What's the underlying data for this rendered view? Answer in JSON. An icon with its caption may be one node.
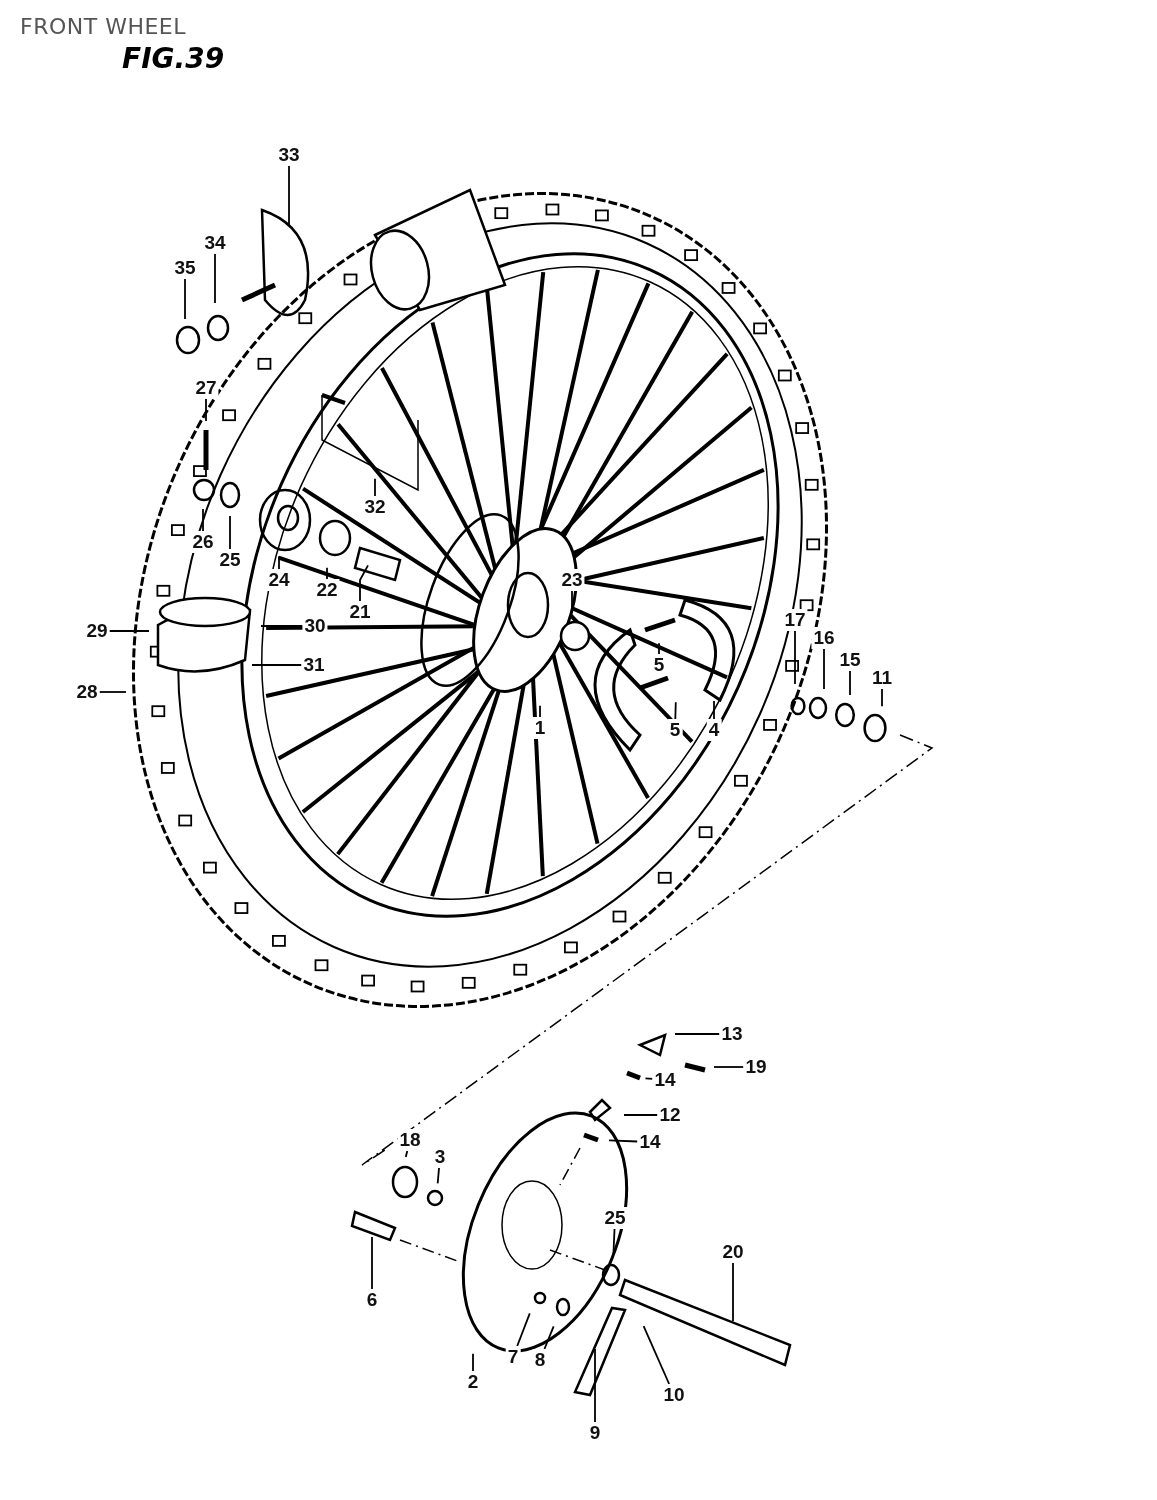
{
  "diagram": {
    "title": "FRONT WHEEL",
    "nodes": [
      {
        "text": [
          "33"
        ]
      },
      {
        "text": [
          "34"
        ]
      },
      {
        "text": [
          "35"
        ]
      },
      {
        "text": [
          "27"
        ]
      },
      {
        "text": [
          "32"
        ]
      },
      {
        "text": [
          "26"
        ]
      },
      {
        "text": [
          "25"
        ]
      },
      {
        "text": [
          "24"
        ]
      },
      {
        "text": [
          "22"
        ]
      },
      {
        "text": [
          "21"
        ]
      },
      {
        "text": [
          "23"
        ]
      },
      {
        "text": [
          "29"
        ]
      },
      {
        "text": [
          "30"
        ]
      },
      {
        "text": [
          "31"
        ]
      },
      {
        "text": [
          "28"
        ]
      },
      {
        "text": [
          "5"
        ]
      },
      {
        "text": [
          "5"
        ]
      },
      {
        "text": [
          "1"
        ]
      },
      {
        "text": [
          "4"
        ]
      },
      {
        "text": [
          "17"
        ]
      },
      {
        "text": [
          "16"
        ]
      },
      {
        "text": [
          "15"
        ]
      },
      {
        "text": [
          "11"
        ]
      },
      {
        "text": [
          "13"
        ]
      },
      {
        "text": [
          "19"
        ]
      },
      {
        "text": [
          "14"
        ]
      },
      {
        "text": [
          "12"
        ]
      },
      {
        "text": [
          "14"
        ]
      },
      {
        "text": [
          "18"
        ]
      },
      {
        "text": [
          "3"
        ]
      },
      {
        "text": [
          "6"
        ]
      },
      {
        "text": [
          "2"
        ]
      },
      {
        "text": [
          "25"
        ]
      },
      {
        "text": [
          "20"
        ]
      },
      {
        "text": [
          "7"
        ]
      },
      {
        "text": [
          "8"
        ]
      },
      {
        "text": [
          "10"
        ]
      },
      {
        "text": [
          "9"
        ]
      }
    ],
    "edges": [
      {
        "from": 0,
        "to": null,
        "arrow": "none"
      },
      {
        "from": 1,
        "to": null,
        "arrow": "none"
      },
      {
        "from": 2,
        "to": null,
        "arrow": "none"
      },
      {
        "from": 3,
        "to": null,
        "arrow": "none"
      },
      {
        "from": 4,
        "to": null,
        "arrow": "none"
      },
      {
        "from": 5,
        "to": null,
        "arrow": "none"
      },
      {
        "from": 6,
        "to": null,
        "arrow": "none"
      },
      {
        "from": 7,
        "to": null,
        "arrow": "none"
      },
      {
        "from": 8,
        "to": null,
        "arrow": "none"
      },
      {
        "from": 9,
        "to": null,
        "arrow": "none"
      },
      {
        "from": 10,
        "to": null,
        "arrow": "none"
      },
      {
        "from": 11,
        "to": null,
        "arrow": "none"
      },
      {
        "from": 12,
        "to": null,
        "arrow": "none"
      },
      {
        "from": 13,
        "to": null,
        "arrow": "none"
      },
      {
        "from": 14,
        "to": null,
        "arrow": "none"
      },
      {
        "from": 15,
        "to": null,
        "arrow": "none"
      },
      {
        "from": 16,
        "to": null,
        "arrow": "none"
      },
      {
        "from": 17,
        "to": null,
        "arrow": "none"
      },
      {
        "from": 18,
        "to": null,
        "arrow": "none"
      },
      {
        "from": 19,
        "to": null,
        "arrow": "none"
      },
      {
        "from": 20,
        "to": null,
        "arrow": "none"
      },
      {
        "from": 21,
        "to": null,
        "arrow": "none"
      },
      {
        "from": 22,
        "to": null,
        "arrow": "none"
      },
      {
        "from": 23,
        "to": null,
        "arrow": "none"
      },
      {
        "from": 24,
        "to": null,
        "arrow": "none"
      },
      {
        "from": 25,
        "to": null,
        "arrow": "none"
      },
      {
        "from": 26,
        "to": null,
        "arrow": "none"
      },
      {
        "from": 27,
        "to": null,
        "arrow": "none"
      },
      {
        "from": 28,
        "to": null,
        "arrow": "none"
      },
      {
        "from": 29,
        "to": null,
        "arrow": "none"
      },
      {
        "from": 30,
        "to": null,
        "arrow": "none"
      },
      {
        "from": 31,
        "to": null,
        "arrow": "none"
      },
      {
        "from": 32,
        "to": null,
        "arrow": "none"
      },
      {
        "from": 33,
        "to": null,
        "arrow": "none"
      },
      {
        "from": 34,
        "to": null,
        "arrow": "none"
      },
      {
        "from": 35,
        "to": null,
        "arrow": "none"
      },
      {
        "from": 36,
        "to": null,
        "arrow": "none"
      },
      {
        "from": 37,
        "to": null,
        "arrow": "none"
      }
    ],
    "labels": [
      "FIG.39"
    ]
  }
}
